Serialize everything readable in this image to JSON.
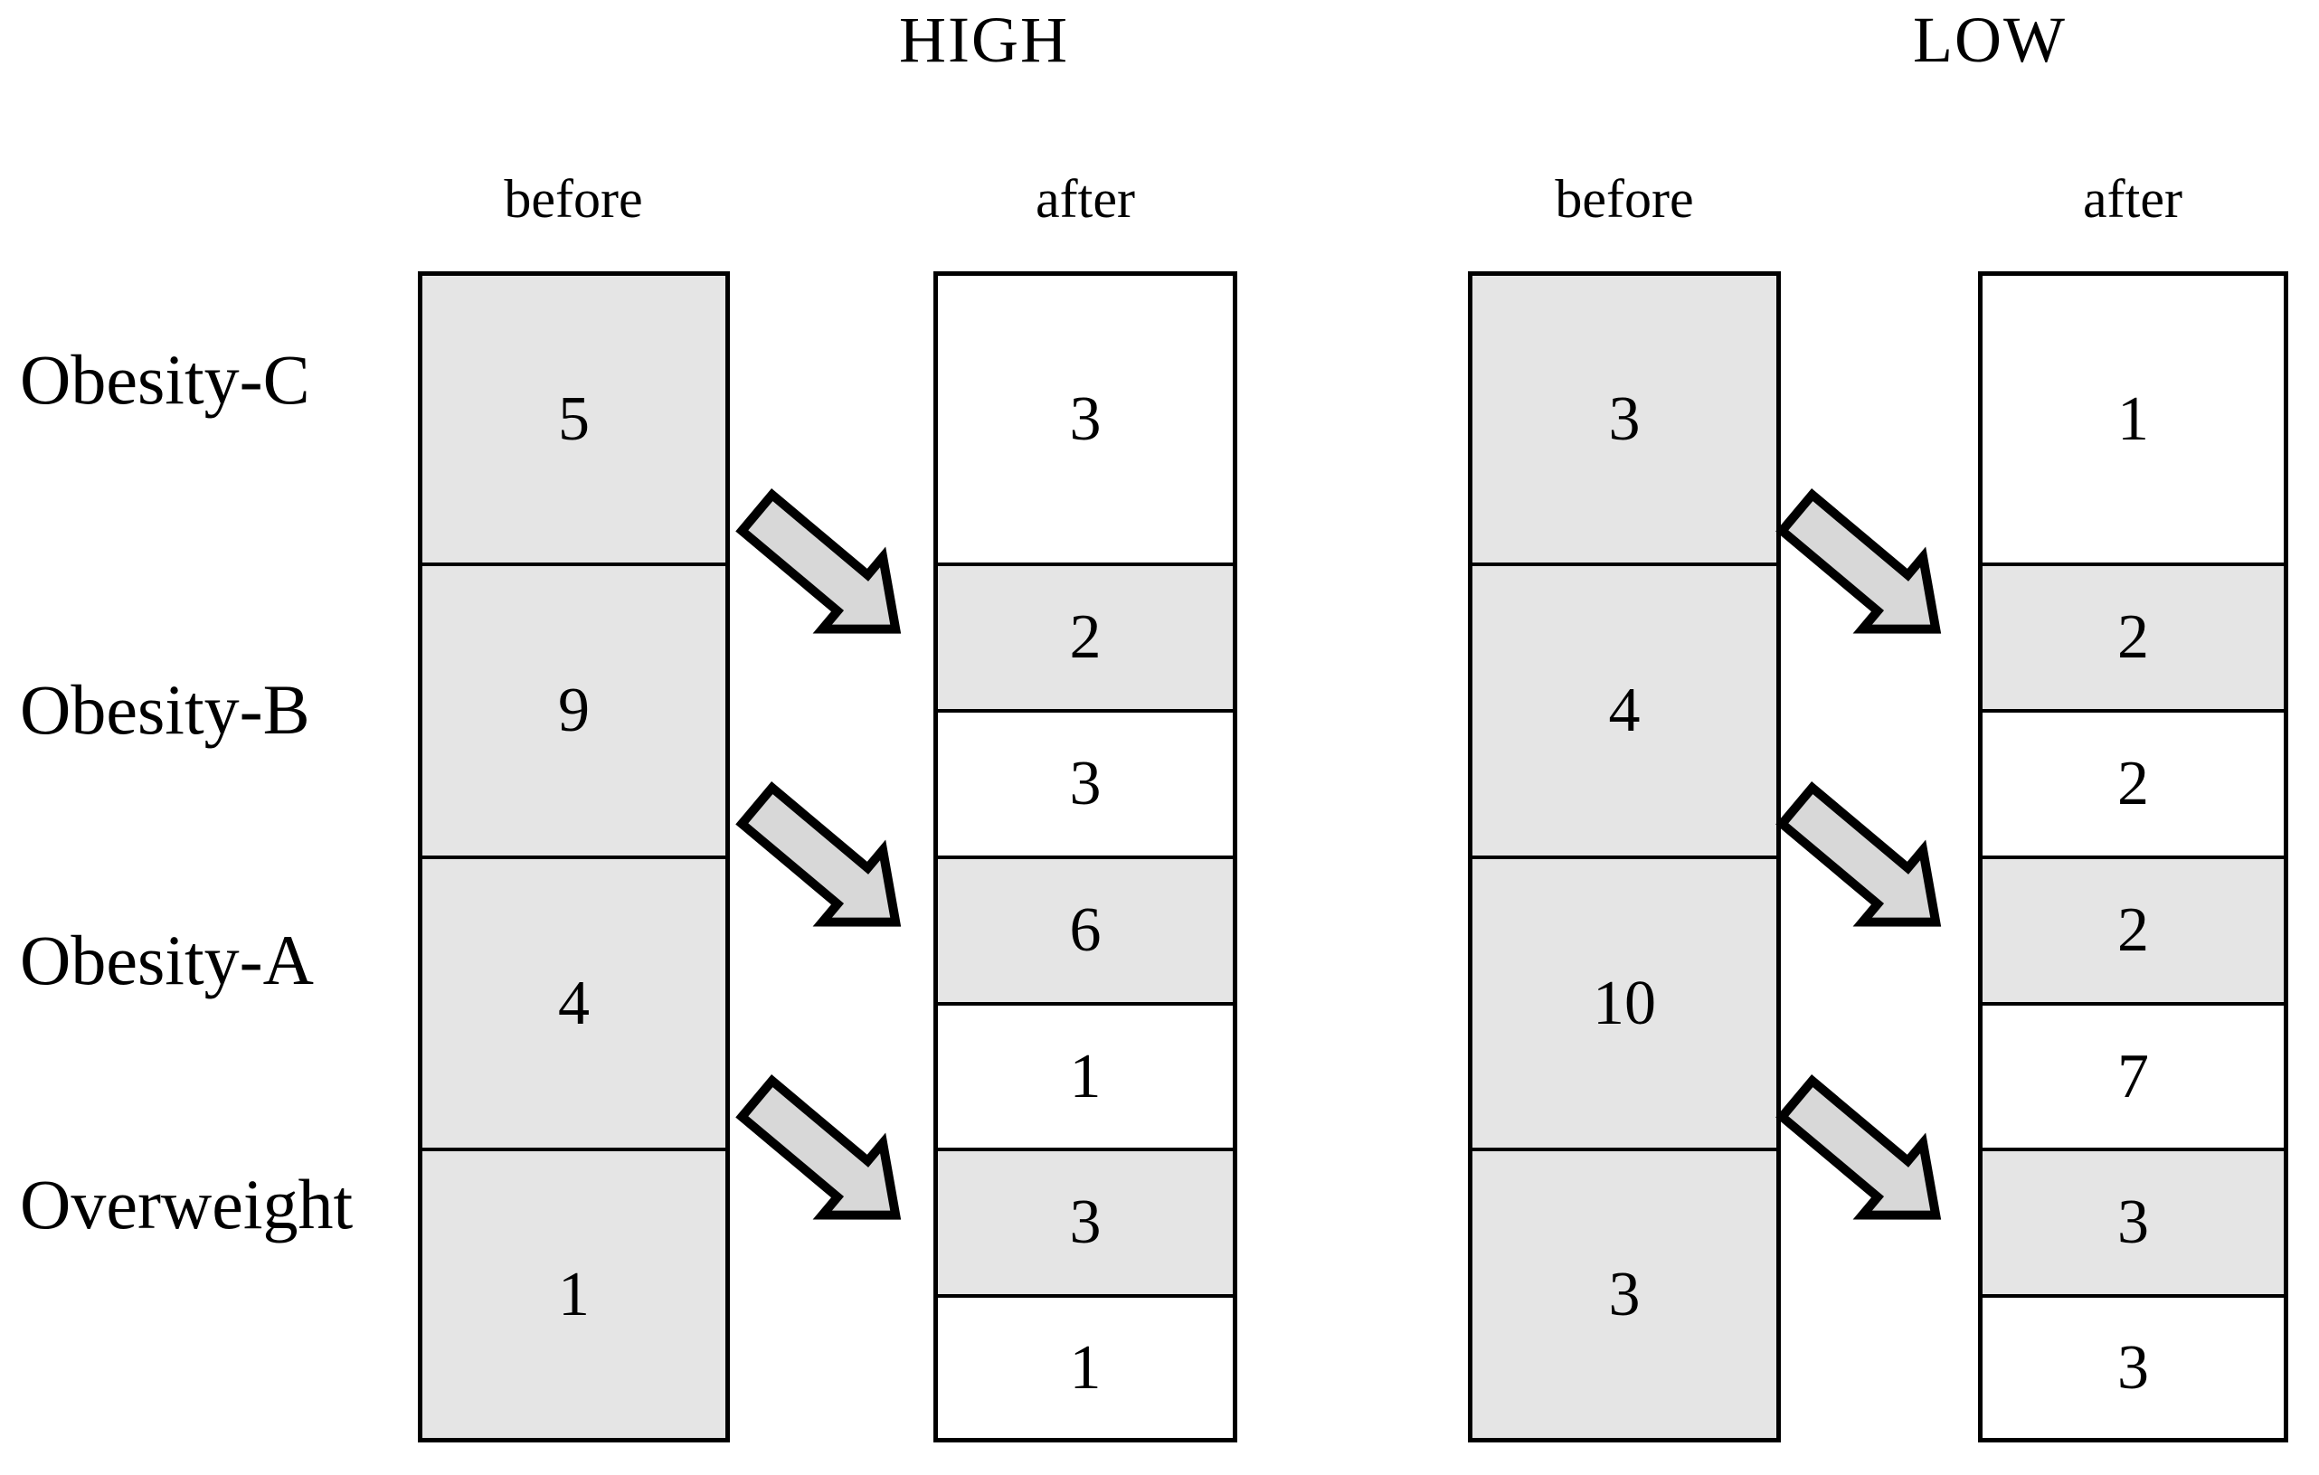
{
  "row_labels": [
    "Obesity-C",
    "Obesity-B",
    "Obesity-A",
    "Overweight"
  ],
  "groups": [
    {
      "title": "HIGH",
      "before": {
        "header": "before",
        "cells": [
          {
            "value": "5",
            "shaded": true
          },
          {
            "value": "9",
            "shaded": true
          },
          {
            "value": "4",
            "shaded": true
          },
          {
            "value": "1",
            "shaded": true
          }
        ]
      },
      "after": {
        "header": "after",
        "cells": [
          {
            "value": "3",
            "shaded": false
          },
          {
            "value": "2",
            "shaded": true
          },
          {
            "value": "3",
            "shaded": false
          },
          {
            "value": "6",
            "shaded": true
          },
          {
            "value": "1",
            "shaded": false
          },
          {
            "value": "3",
            "shaded": true
          },
          {
            "value": "1",
            "shaded": false
          }
        ]
      }
    },
    {
      "title": "LOW",
      "before": {
        "header": "before",
        "cells": [
          {
            "value": "3",
            "shaded": true
          },
          {
            "value": "4",
            "shaded": true
          },
          {
            "value": "10",
            "shaded": true
          },
          {
            "value": "3",
            "shaded": true
          }
        ]
      },
      "after": {
        "header": "after",
        "cells": [
          {
            "value": "1",
            "shaded": false
          },
          {
            "value": "2",
            "shaded": true
          },
          {
            "value": "2",
            "shaded": false
          },
          {
            "value": "2",
            "shaded": true
          },
          {
            "value": "7",
            "shaded": false
          },
          {
            "value": "3",
            "shaded": true
          },
          {
            "value": "3",
            "shaded": false
          }
        ]
      }
    }
  ],
  "colors": {
    "line": "#000000",
    "cell_shaded": "#e5e5e5",
    "cell_plain": "#ffffff",
    "arrow_fill": "#d8d8d8"
  }
}
